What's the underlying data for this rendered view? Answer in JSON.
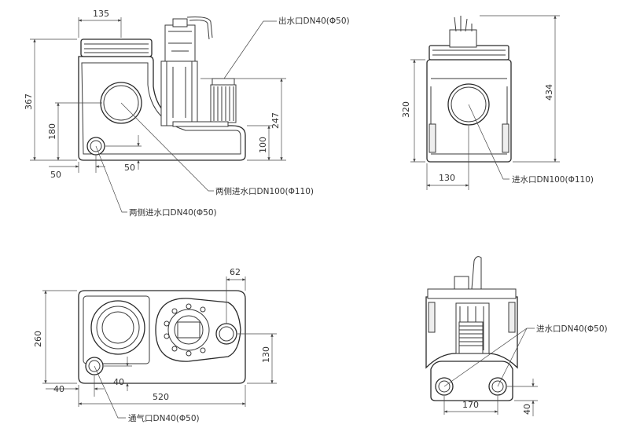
{
  "labels": {
    "outlet_dn40": "出水口DN40(Φ50)",
    "side_inlet_dn100": "两侧进水口DN100(Φ110)",
    "side_inlet_dn40": "两侧进水口DN40(Φ50)",
    "inlet_dn100": "进水口DN100(Φ110)",
    "vent_dn40": "通气口DN40(Φ50)",
    "inlet_dn40": "进水口DN40(Φ50)"
  },
  "dimensions": {
    "front_width_135": "135",
    "front_height_367": "367",
    "front_height_180": "180",
    "front_height_247": "247",
    "front_height_100": "100",
    "front_left_50": "50",
    "front_small_50": "50",
    "side_height_320": "320",
    "side_height_434": "434",
    "side_width_130": "130",
    "top_62": "62",
    "top_260": "260",
    "top_130": "130",
    "top_40_left": "40",
    "top_40_mid": "40",
    "top_520": "520",
    "back_170": "170",
    "back_40": "40"
  }
}
